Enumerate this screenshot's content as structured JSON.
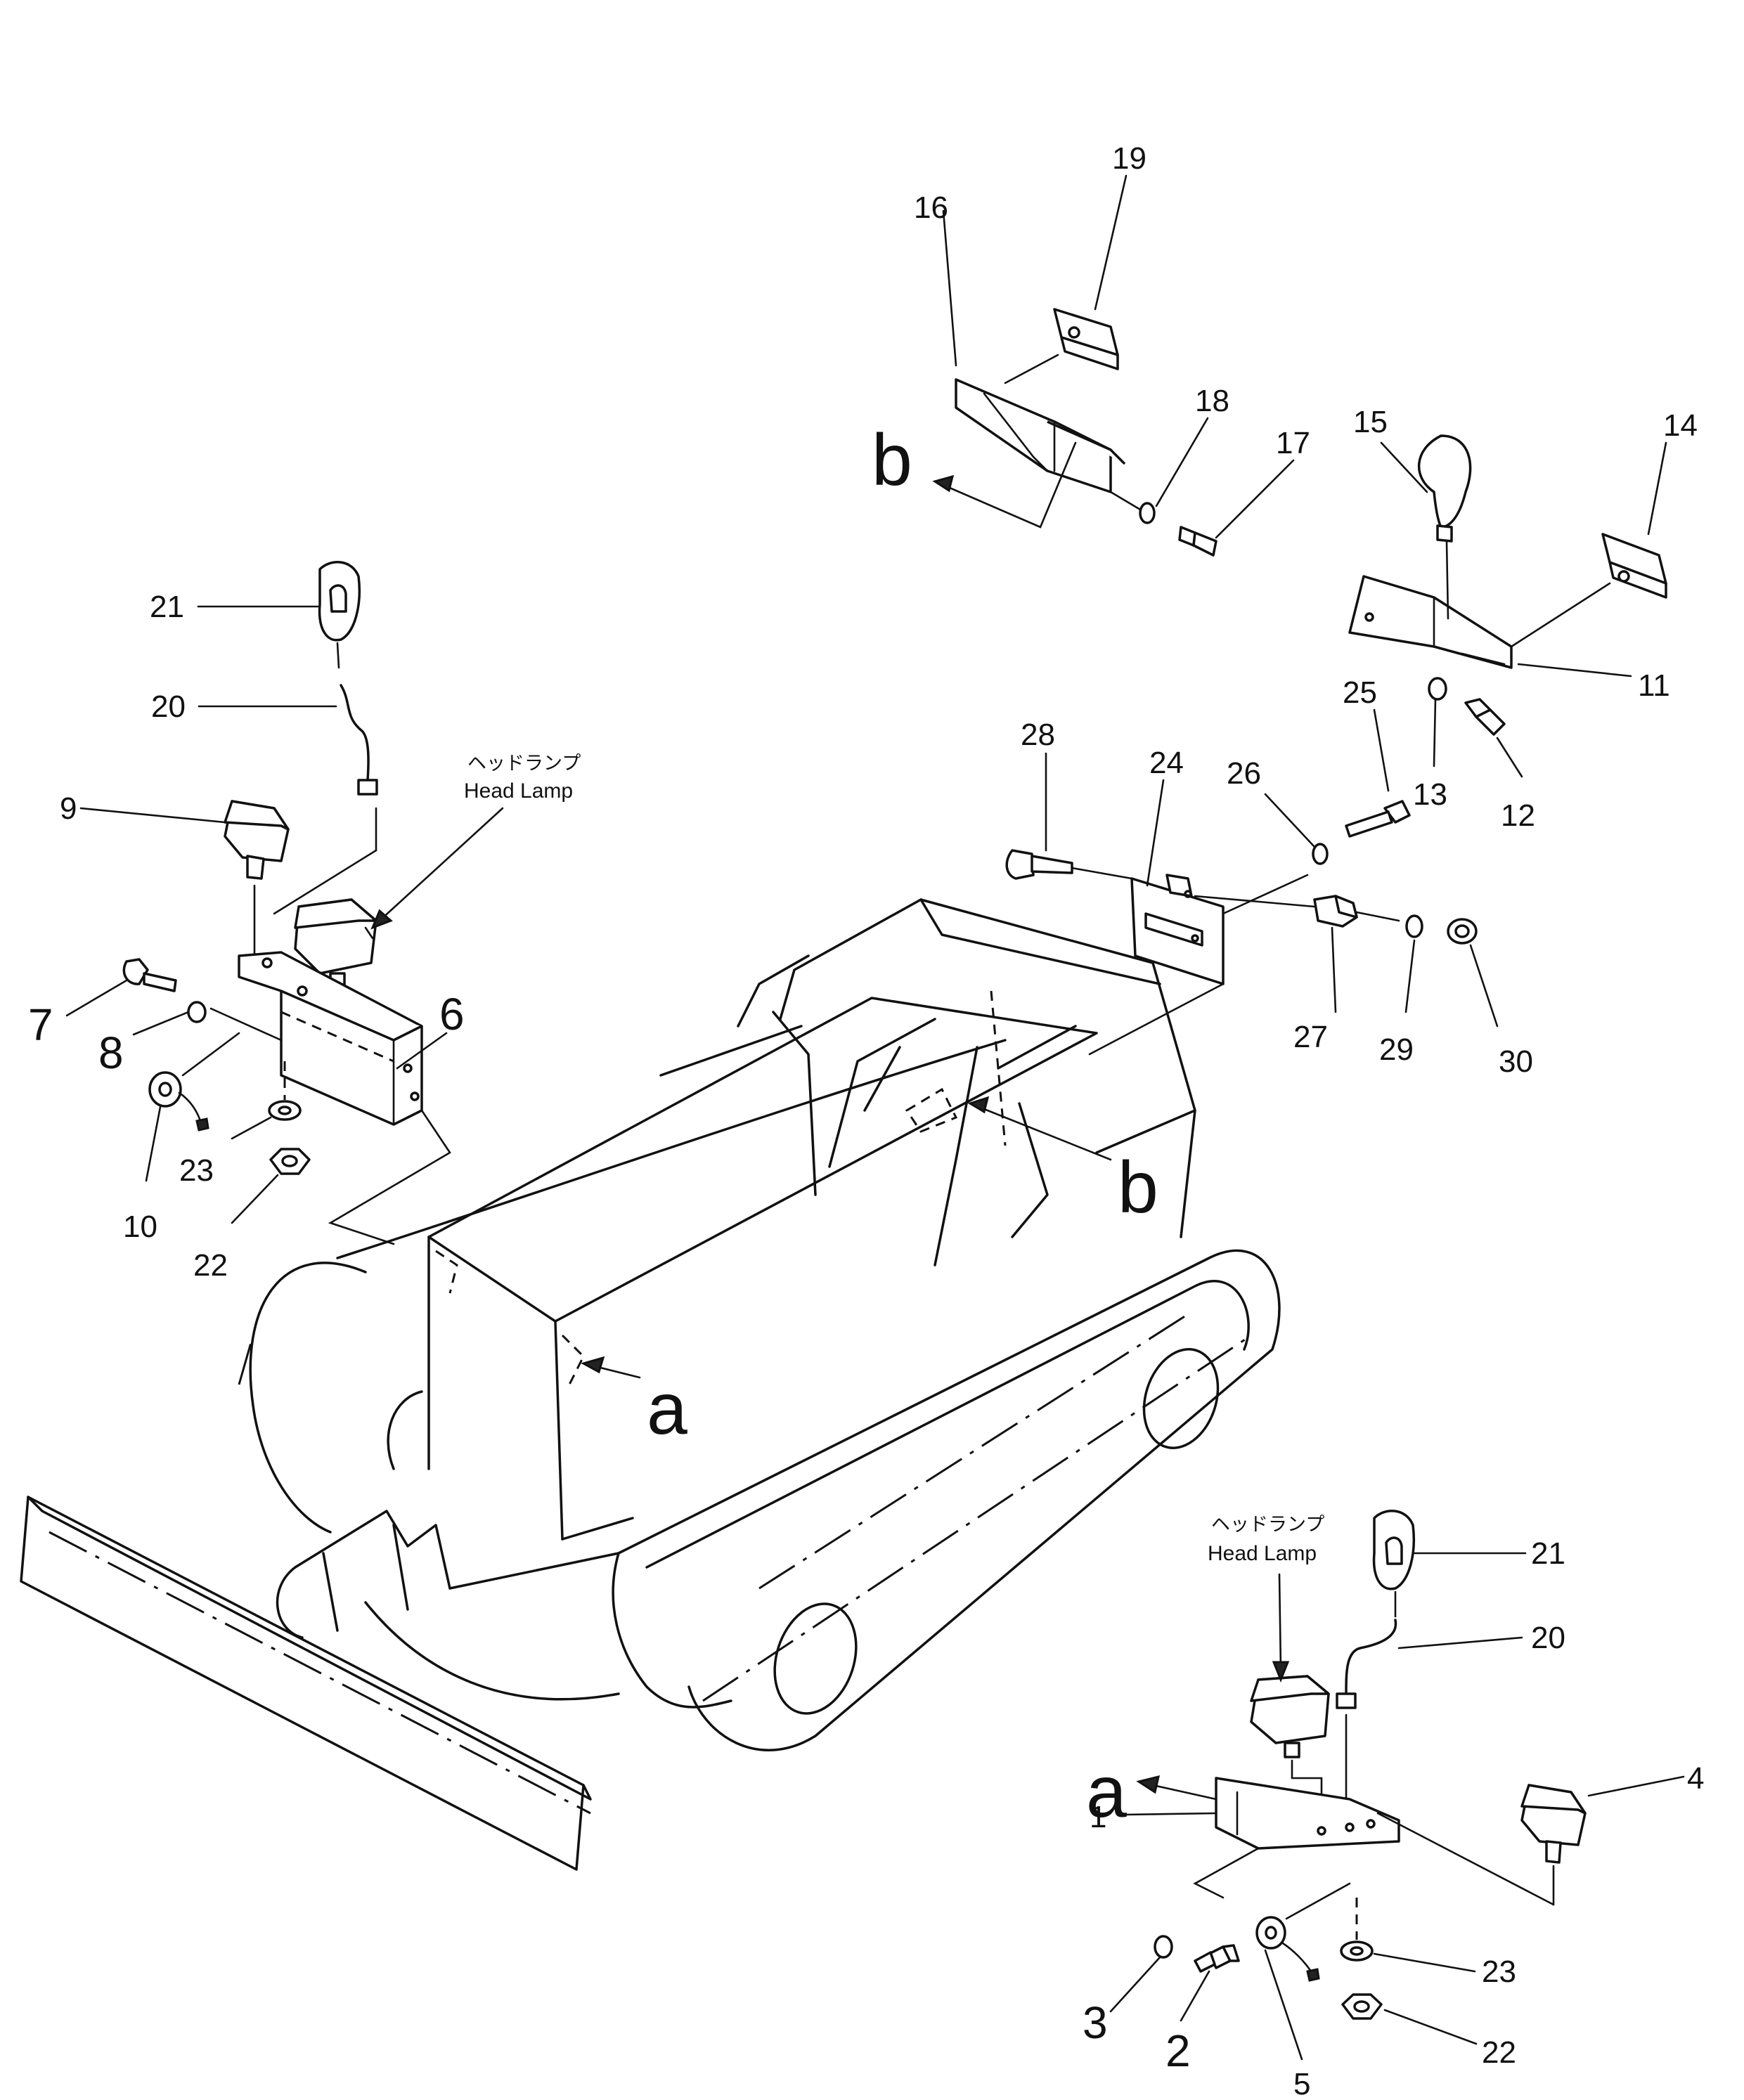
{
  "callouts": {
    "n1": "1",
    "n2": "2",
    "n3": "3",
    "n4": "4",
    "n5": "5",
    "n6": "6",
    "n7": "7",
    "n8": "8",
    "n9": "9",
    "n10": "10",
    "n11": "11",
    "n12": "12",
    "n13": "13",
    "n14": "14",
    "n15": "15",
    "n16": "16",
    "n17": "17",
    "n18": "18",
    "n19": "19",
    "n20_left": "20",
    "n20_right": "20",
    "n21_left": "21",
    "n21_right": "21",
    "n22_left": "22",
    "n22_right": "22",
    "n23_left": "23",
    "n23_right": "23",
    "n24": "24",
    "n25": "25",
    "n26": "26",
    "n27": "27",
    "n28": "28",
    "n29": "29",
    "n30": "30"
  },
  "view_refs": {
    "a_left": "a",
    "a_right": "a",
    "b_top": "b",
    "b_machine": "b"
  },
  "annotations": {
    "head_lamp_jp": "ヘッドランプ",
    "head_lamp_en": "Head  Lamp"
  }
}
